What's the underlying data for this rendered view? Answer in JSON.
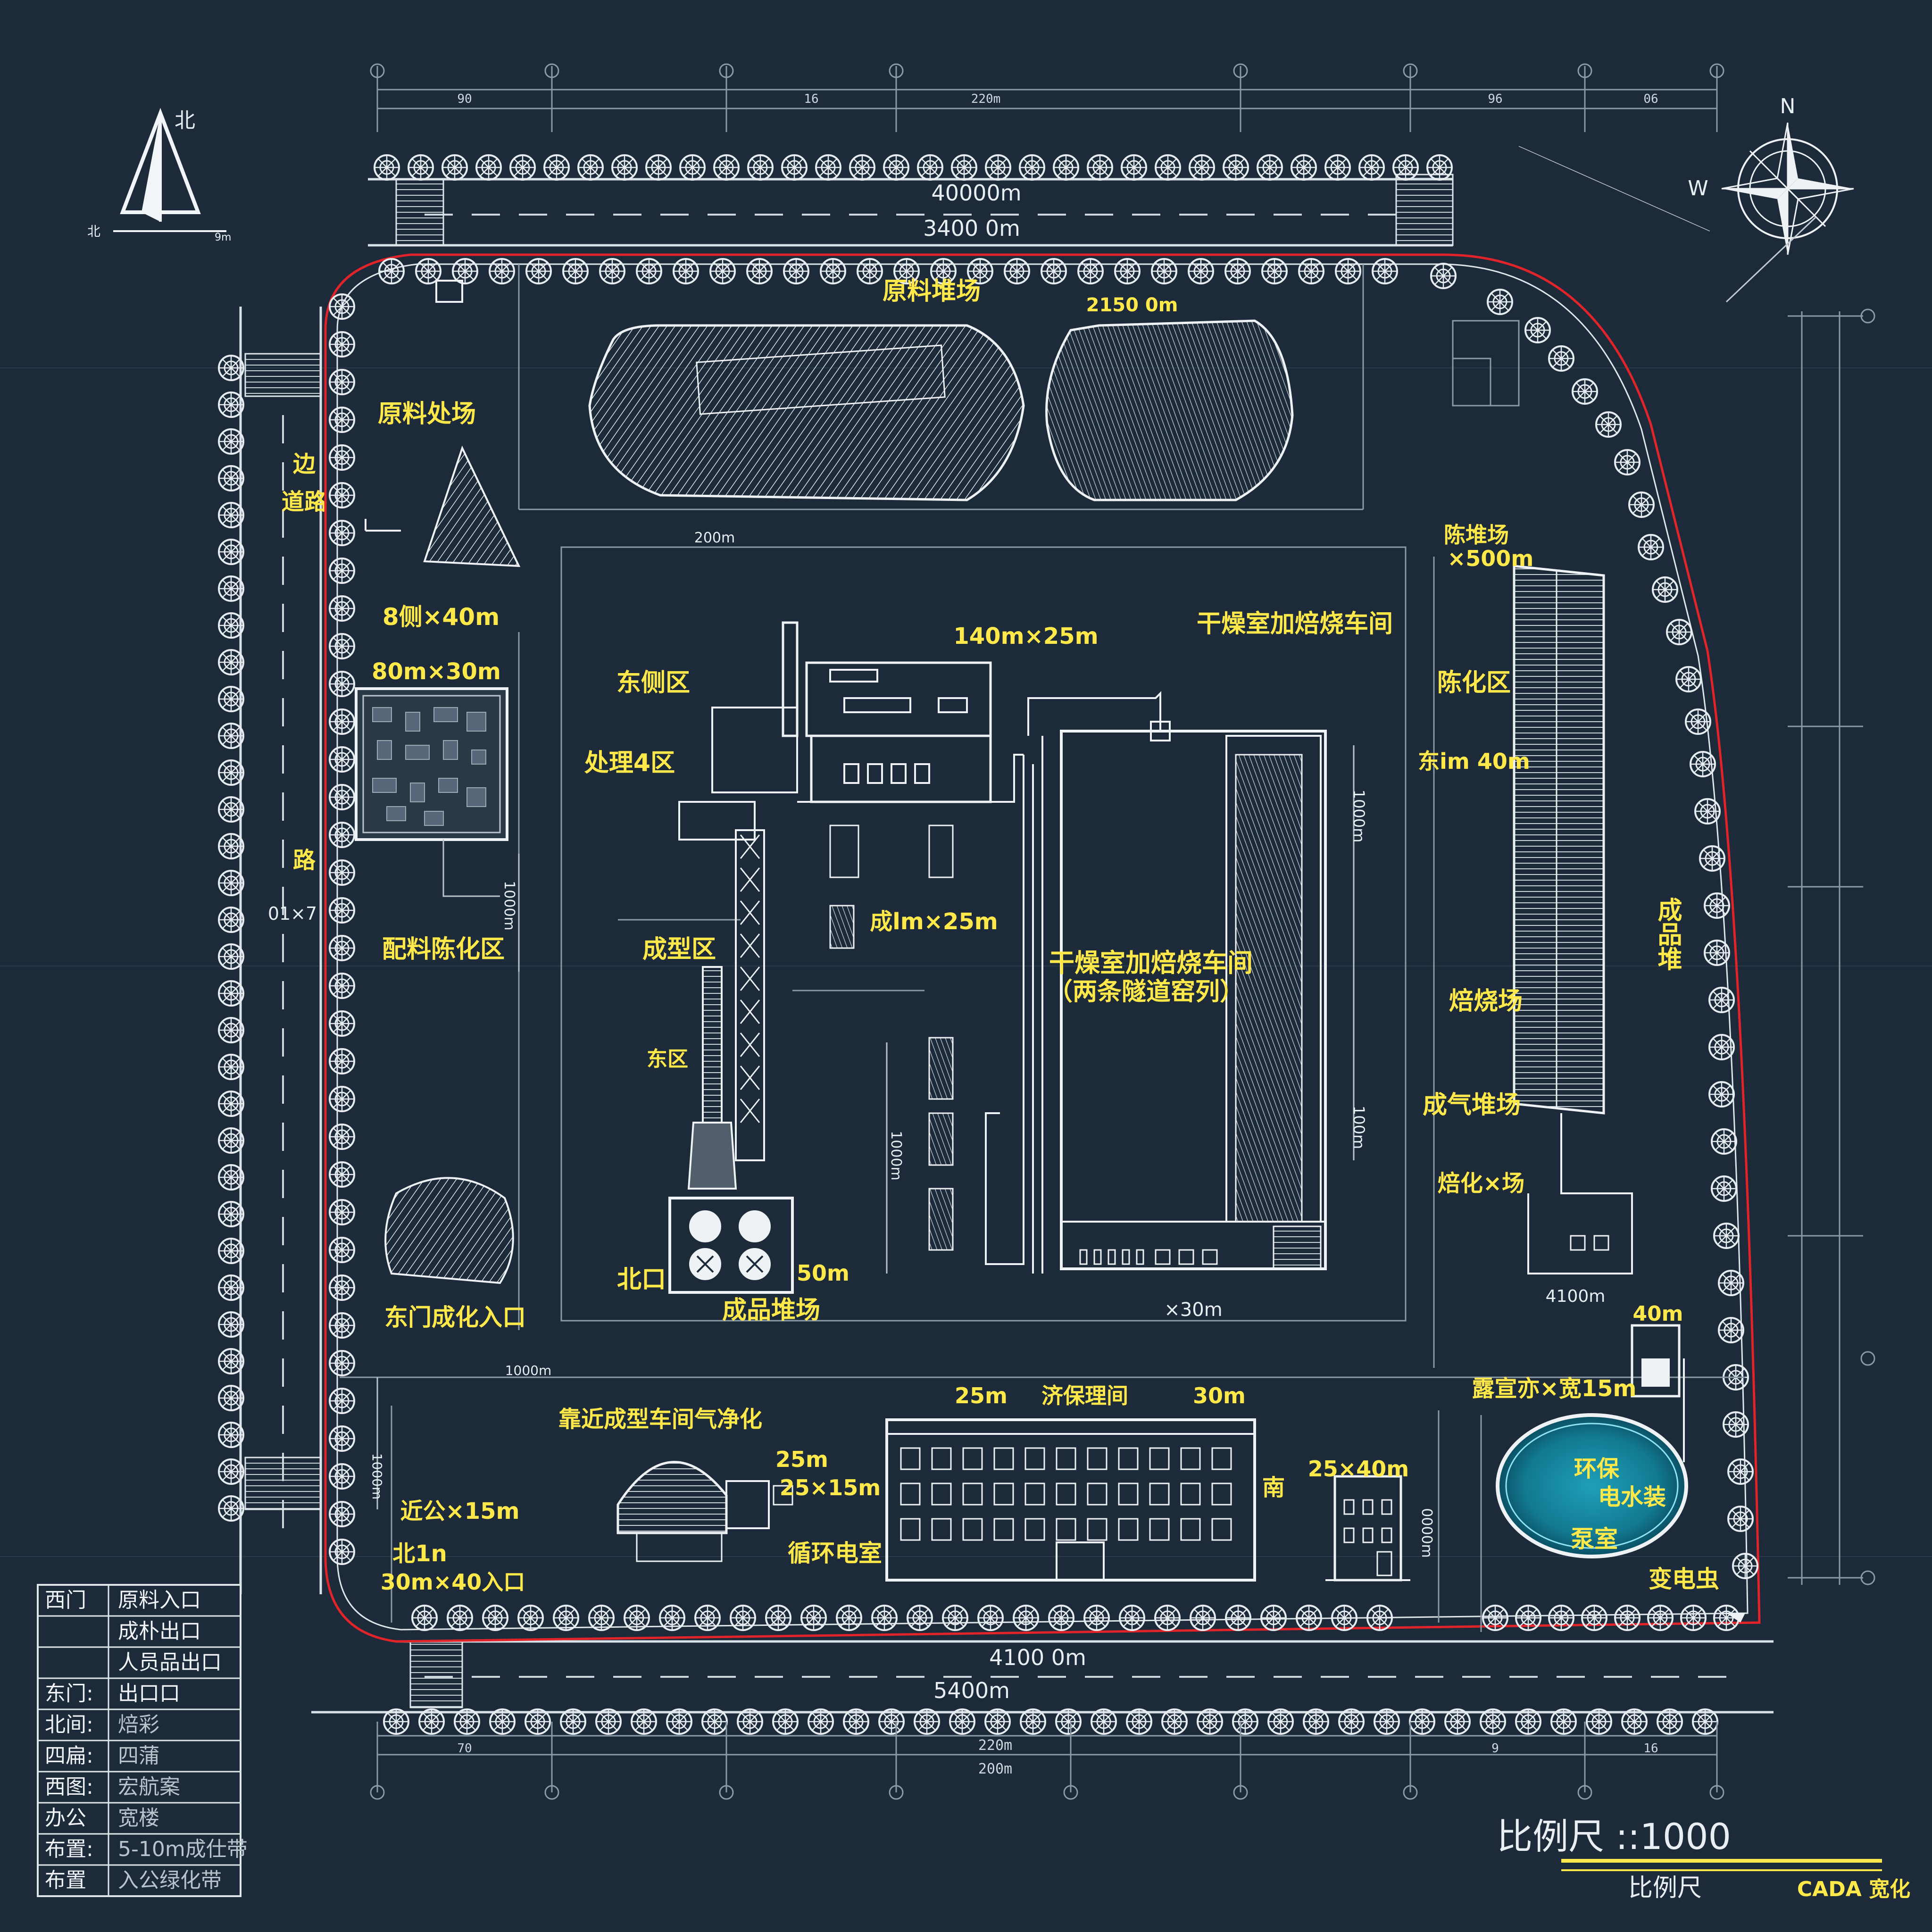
{
  "north_arrow_left": {
    "top": "北",
    "left": "北",
    "right": "9m"
  },
  "compass": {
    "n": "N",
    "w": "W"
  },
  "roads": {
    "north_dim_1": "40000m",
    "north_dim_2": "3400 0m",
    "south_dim_1": "4100 0m",
    "south_dim_2": "5400m",
    "west_road_label_1": "边",
    "west_road_label_2": "道路",
    "west_road_label_3": "路",
    "west_road_dim": "01×7"
  },
  "top_axis": {
    "d1": "90",
    "d2": "16",
    "d3": "220m",
    "d4": "96",
    "d5": "06"
  },
  "bottom_axis": {
    "d1": "70",
    "d2": "220m",
    "d3": "200m",
    "d4": "9",
    "d5": "16"
  },
  "zones": {
    "raw_yard": "原料堆场",
    "raw_yard_dim": "2150 0m",
    "raw_proc": "原料处场",
    "dim_8x40": "8侧×40m",
    "dim_80x30": "80m×30m",
    "batching": "配料陈化区",
    "dim_vertical_left": "1000m",
    "east_gate": "东门成化入口",
    "dim_200": "200m",
    "east_side": "东侧区",
    "proc4": "处理4区",
    "forming": "成型区",
    "east_small": "东区",
    "north_exit": "北口",
    "dim_50": "50m",
    "product_yard": "成品堆场",
    "dim_140x25": "140m×25m",
    "dryer_top": "干燥室加焙烧车间",
    "dim_25": "成lm×25m",
    "dryer_main_1": "干燥室加焙烧车间",
    "dryer_main_2": "（两条隧道窑列）",
    "dim_1000": "1000m",
    "dim_100": "100m",
    "dim_1000_b": "1000m",
    "dim_x30": "×30m",
    "aging_top_1": "陈堆场",
    "aging_top_2": "×500m",
    "aging_zone": "陈化区",
    "east_400": "东im 40m",
    "firing_yard": "焙烧场",
    "product_pile": "成品堆",
    "gas_yard": "成气堆场",
    "firing_small": "焙化×场",
    "dim_4100": "4100m",
    "dim_40": "40m",
    "pool_dim": "露宣亦×宽15m",
    "pool_1": "环保",
    "pool_2": "电水装",
    "pump": "泵室",
    "substation": "变电虫",
    "dim_1000_c": "1000m",
    "gas_near": "靠近成型车间气净化",
    "dim_25a": "25m",
    "dim_25x15": "25×15m",
    "circ": "循环电室",
    "office_25": "25m",
    "office_mid": "济保理间",
    "office_30": "30m",
    "south_label": "南",
    "dim_25x40": "25×40m",
    "near_office": "近公×15m",
    "north_entry_1": "北1n",
    "north_entry_2": "30m×40入口",
    "dim_1000_v": "1000m",
    "dim_1000_r": "0000m"
  },
  "legend": [
    [
      "西门",
      "原料入口"
    ],
    [
      "",
      "成朴出口"
    ],
    [
      "",
      "人员品出口"
    ],
    [
      "东门:",
      "出口口"
    ],
    [
      "北间:",
      "焙彩"
    ],
    [
      "四扁:",
      "四蒲"
    ],
    [
      "西图:",
      "宏航案"
    ],
    [
      "办公",
      "宽楼"
    ],
    [
      "布置:",
      "5-10m成仕带"
    ],
    [
      "布置",
      "入公绿化带"
    ]
  ],
  "scale": {
    "title": "比例尺 ::1000",
    "sub": "比例尺",
    "brand": "CADA 宽化"
  },
  "colors": {
    "bg": "#1c2a3a",
    "label": "#ffe84a",
    "line": "#d8e2e8",
    "boundary": "#e0242a",
    "pool": "#1aa7c4"
  }
}
